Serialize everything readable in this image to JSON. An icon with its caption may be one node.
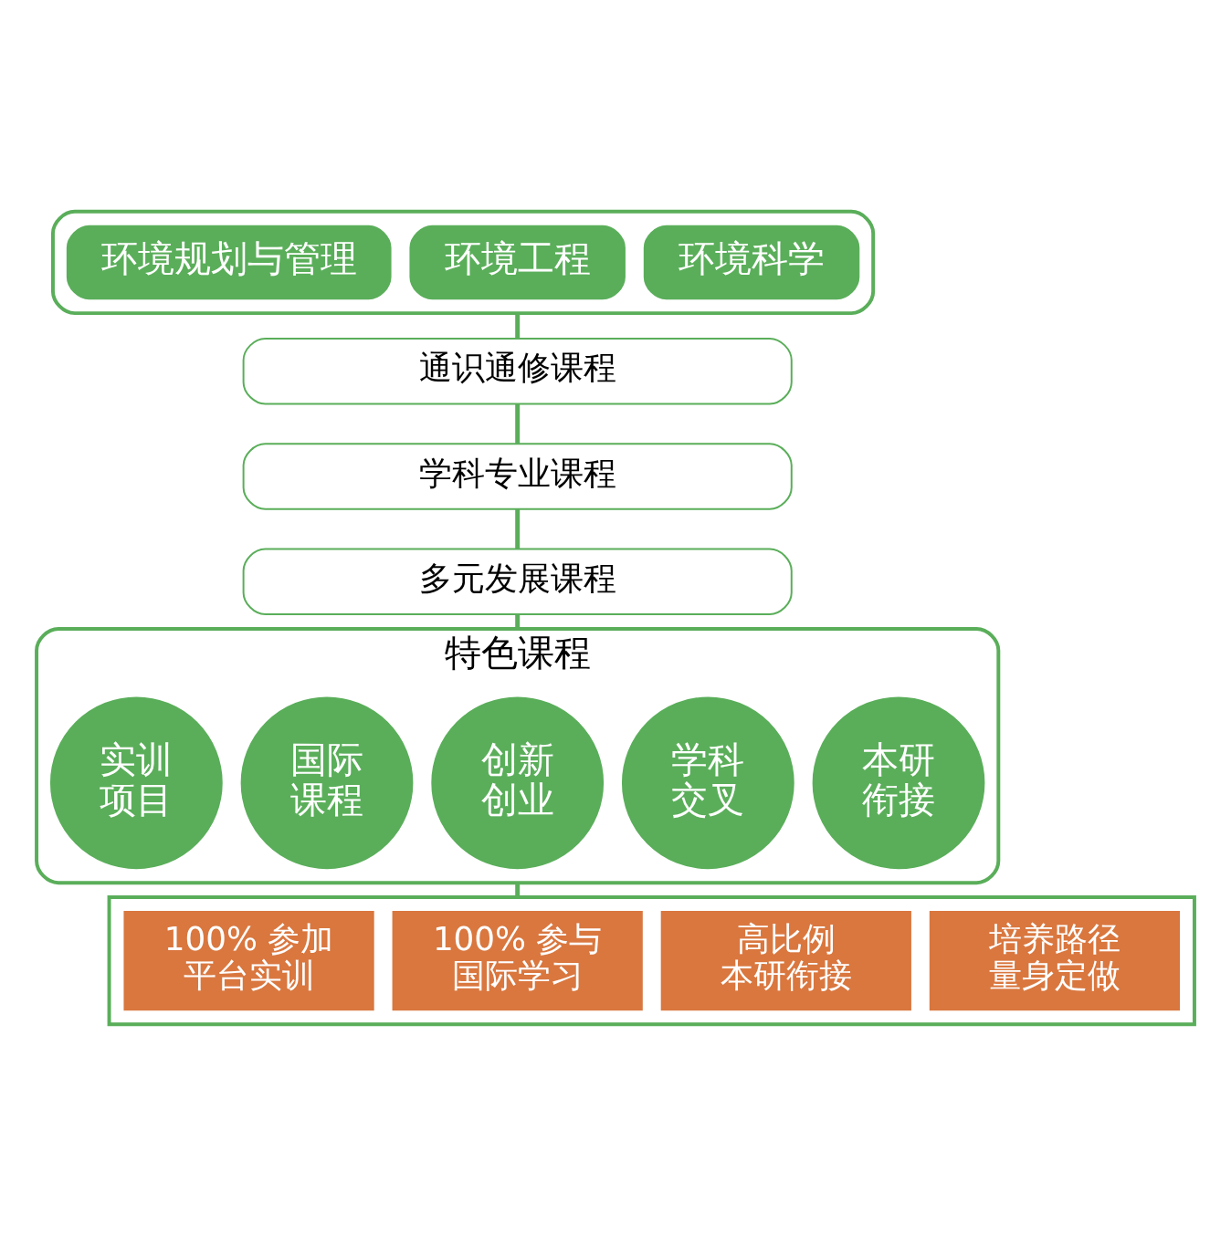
{
  "diagram": {
    "nodes": [
      {
        "text": [],
        "shape": "box"
      },
      {
        "text": [
          "环境科学"
        ],
        "in": 0
      },
      {
        "text": [
          "环境工程"
        ],
        "in": 0
      },
      {
        "text": [
          "环境规划与管理"
        ],
        "in": 0
      },
      {
        "text": [
          "通识通修课程"
        ]
      },
      {
        "text": [
          "学科专业课程"
        ]
      },
      {
        "text": [
          "多元发展课程"
        ]
      },
      {
        "text": [
          "特色课程"
        ]
      },
      {
        "text": [
          "本研衔接"
        ],
        "in": 7
      },
      {
        "text": [
          "学科交叉"
        ],
        "in": 7
      },
      {
        "text": [
          "创新创业"
        ],
        "in": 7
      },
      {
        "text": [
          "国际课程"
        ],
        "in": 7
      },
      {
        "text": [
          "实训项目"
        ],
        "in": 7
      },
      {
        "text": [],
        "shape": "box"
      },
      {
        "text": [
          "培养路径量身定做"
        ],
        "in": 13
      },
      {
        "text": [
          "高比例本研衔接"
        ],
        "in": 13
      },
      {
        "text": [
          "100% 参与国际学习"
        ],
        "in": 13
      },
      {
        "text": [
          "100% 参加平台实训"
        ],
        "in": 13
      }
    ],
    "edges": [
      {
        "from": 0,
        "to": 4,
        "arrow": "none"
      },
      {
        "from": 4,
        "to": 5,
        "arrow": "none"
      },
      {
        "from": 5,
        "to": 6,
        "arrow": "none"
      },
      {
        "from": 6,
        "to": 7,
        "arrow": "none"
      },
      {
        "from": 7,
        "to": 13,
        "arrow": "none"
      }
    ]
  }
}
